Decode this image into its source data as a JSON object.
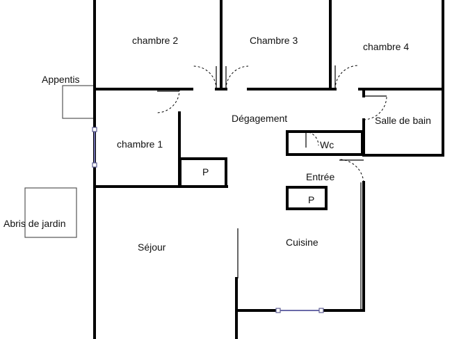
{
  "rooms": {
    "chambre1": "chambre 1",
    "chambre2": "chambre 2",
    "chambre3": "Chambre 3",
    "chambre4": "chambre 4",
    "salle_de_bain": "Salle de bain",
    "degagement": "Dégagement",
    "wc": "Wc",
    "entree": "Entrée",
    "sejour": "Séjour",
    "cuisine": "Cuisine",
    "placard1": "P",
    "placard2": "P"
  },
  "outbuildings": {
    "appentis": "Appentis",
    "abris_de_jardin": "Abris de jardin"
  },
  "colors": {
    "wall": "#000000",
    "window": "#6a6aa8",
    "background": "#ffffff"
  }
}
